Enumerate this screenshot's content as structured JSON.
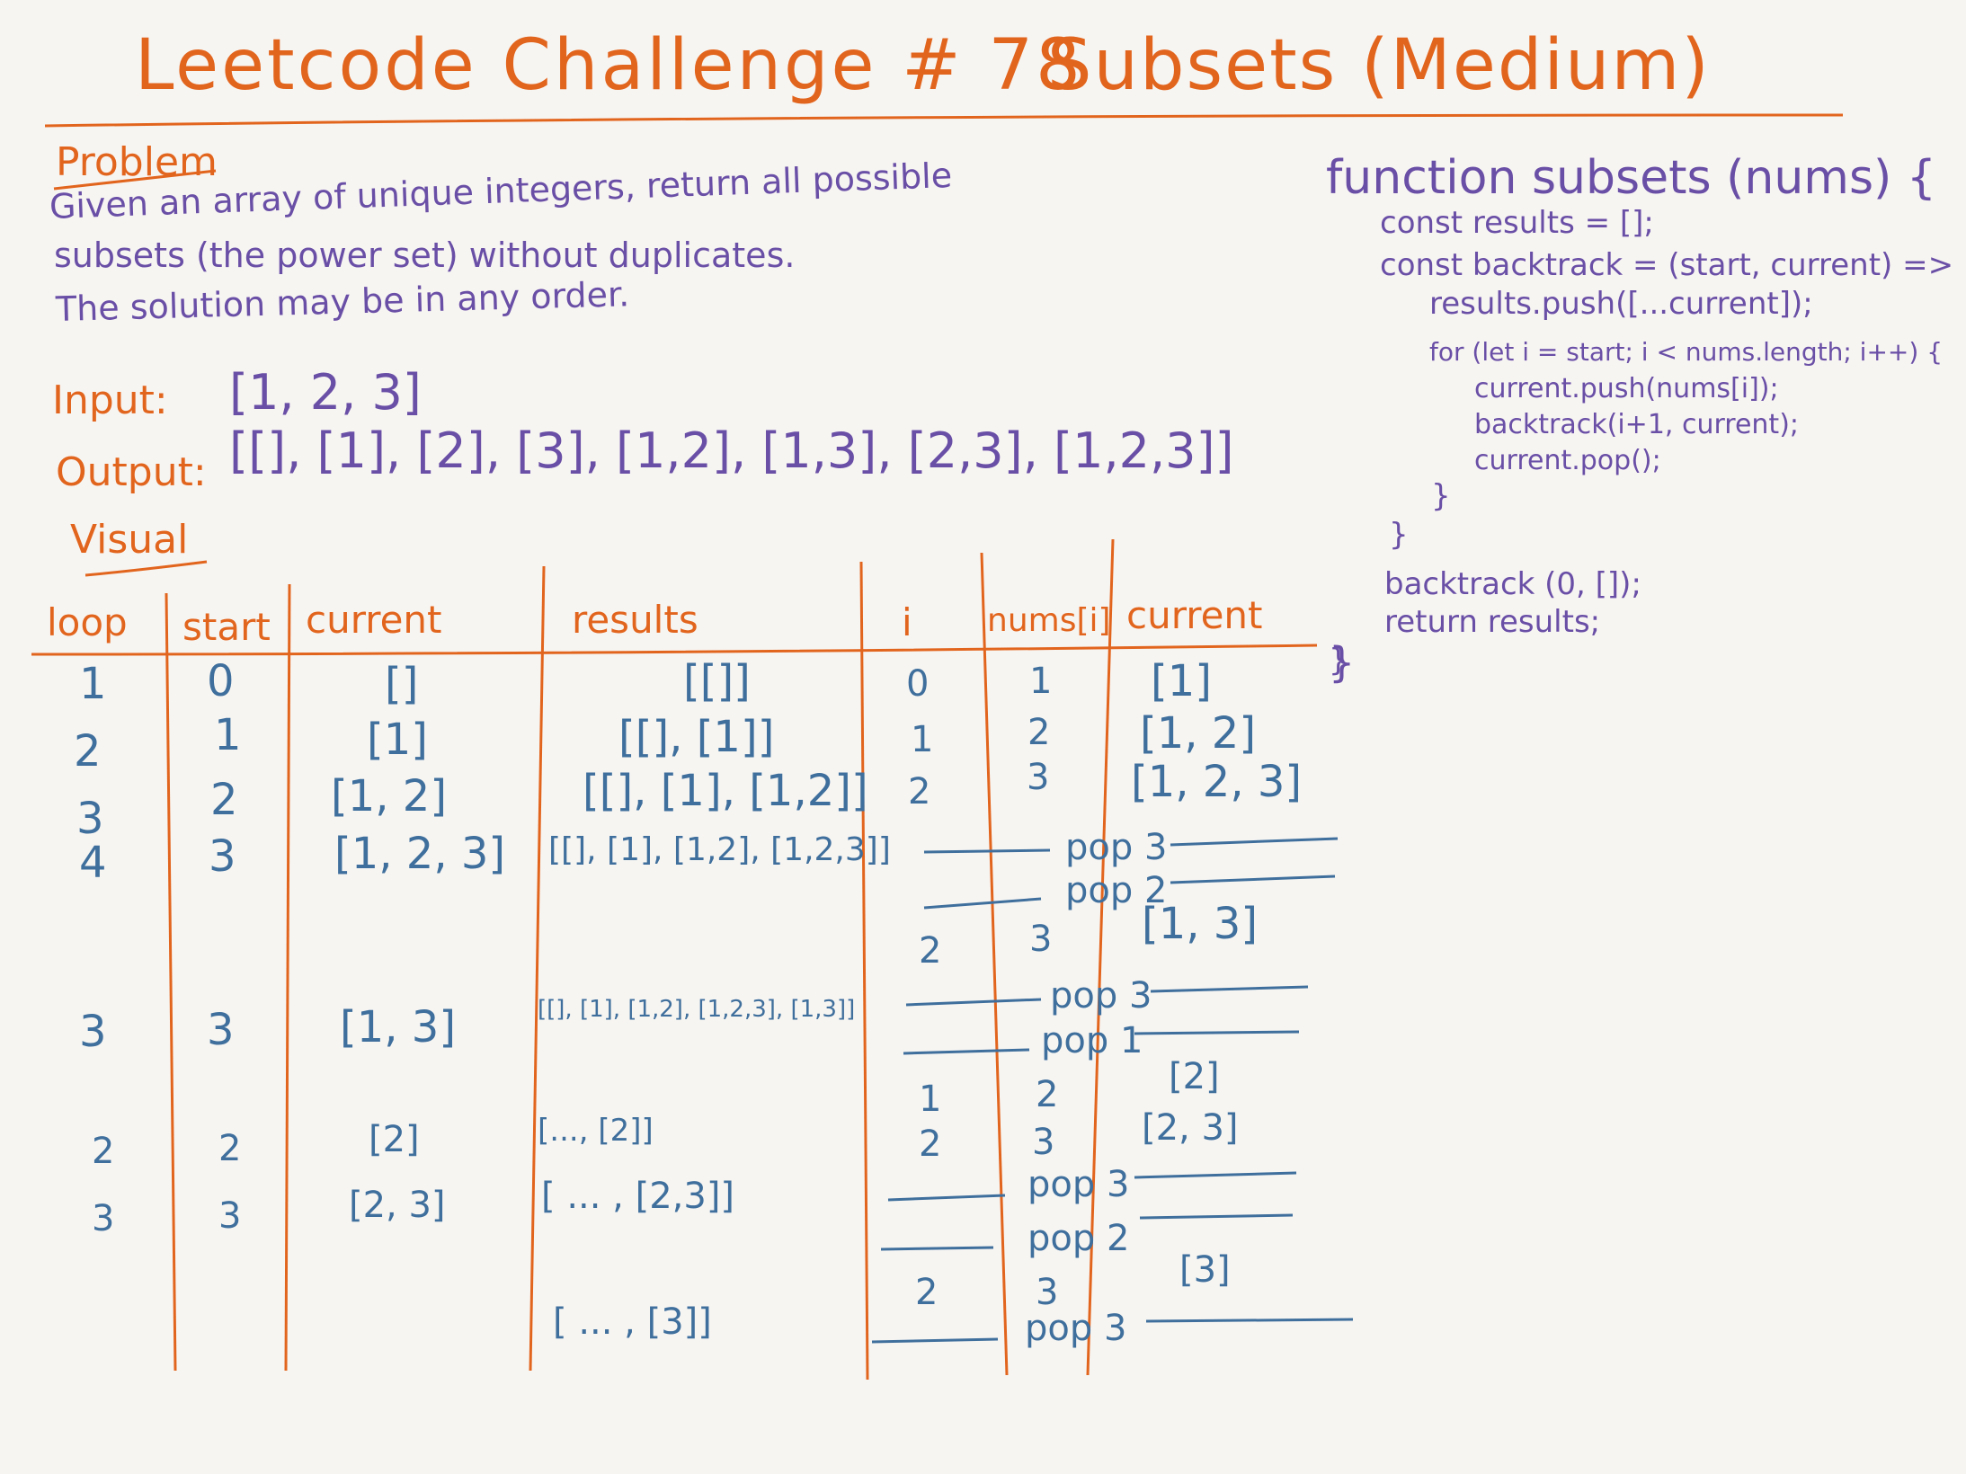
{
  "title": "Leetcode Challenge # 78",
  "subtitle": "Subsets (Medium)",
  "problem": {
    "heading": "Problem",
    "lines": [
      "Given an array of unique integers, return all possible",
      "subsets (the power set) without duplicates.",
      "The solution may be in any order."
    ]
  },
  "io": {
    "input_label": "Input:",
    "input_value": "[1, 2, 3]",
    "output_label": "Output:",
    "output_value": "[[], [1], [2], [3], [1,2], [1,3], [2,3], [1,2,3]]"
  },
  "code": {
    "line1": "function subsets (nums) {",
    "line2": "const results = [];",
    "line3": "const backtrack = (start, current) => {",
    "line4": "results.push([...current]);",
    "line5": "for (let i = start; i < nums.length; i++) {",
    "line6": "current.push(nums[i]);",
    "line7": "backtrack(i+1, current);",
    "line8": "current.pop();",
    "line9": "}",
    "line10": "}",
    "line11": "backtrack (0, []);",
    "line12": "return results;",
    "line13": "}"
  },
  "visual": {
    "heading": "Visual",
    "headers": [
      "loop",
      "start",
      "current",
      "results",
      "i",
      "nums[i]",
      "current"
    ],
    "rows": [
      {
        "loop": "1",
        "start": "0",
        "current": "[]",
        "results": "[[]]"
      },
      {
        "loop": "2",
        "start": "1",
        "current": "[1]",
        "results": "[[], [1]]"
      },
      {
        "loop": "3",
        "start": "2",
        "current": "[1, 2]",
        "results": "[[], [1], [1,2]]"
      },
      {
        "loop": "4",
        "start": "3",
        "current": "[1, 2, 3]",
        "results": "[[], [1], [1,2], [1,2,3]]"
      },
      {
        "loop": "3",
        "start": "3",
        "current": "[1, 3]",
        "results": "[[], [1], [1,2], [1,2,3], [1,3]]"
      },
      {
        "loop": "2",
        "start": "2",
        "current": "[2]",
        "results": "[..., [2]]"
      },
      {
        "loop": "3",
        "start": "3",
        "current": "[2, 3]",
        "results": "[ ... , [2,3]]"
      },
      {
        "results": "[ ... , [3]]"
      }
    ],
    "right": {
      "i": [
        "0",
        "1",
        "2",
        "2",
        "1",
        "2",
        "2"
      ],
      "nums": [
        "1",
        "2",
        "3",
        "3",
        "2",
        "3",
        "3"
      ],
      "current": [
        "[1]",
        "[1, 2]",
        "[1, 2, 3]",
        "[1, 3]",
        "[2]",
        "[2, 3]",
        "[3]"
      ],
      "pops": [
        "pop 3",
        "pop 2",
        "pop 3",
        "pop 1",
        "pop 3",
        "pop 2",
        "pop 3"
      ]
    },
    "brace": "}"
  }
}
